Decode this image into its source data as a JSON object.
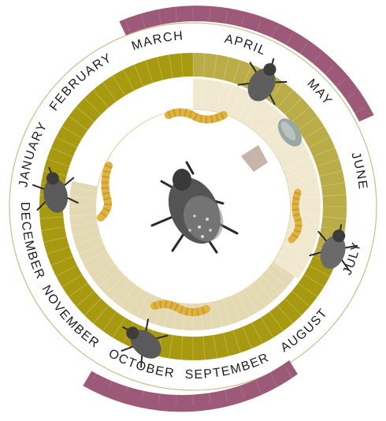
{
  "months": [
    "JANUARY",
    "FEBRUARY",
    "MARCH",
    "APRIL",
    "MAY",
    "JUNE",
    "JULY",
    "AUGUST",
    "SEPTEMBER",
    "OCTOBER",
    "NOVEMBER",
    "DECEMBER"
  ],
  "colors": {
    "outer_band": "#9c5a78",
    "main_ring": "#a89a10",
    "main_ring_light": "#c8be74",
    "inner_ring": "#e3d9b2",
    "inner_ring_light": "#f0e9d0",
    "border": "#c9bd88",
    "larva": "#e0b23e"
  },
  "icons": {
    "center": "weevil-adult-icon",
    "adult": "weevil-icon",
    "larva": "larva-icon",
    "pupa": "pupa-icon",
    "egg": "egg-icon"
  }
}
